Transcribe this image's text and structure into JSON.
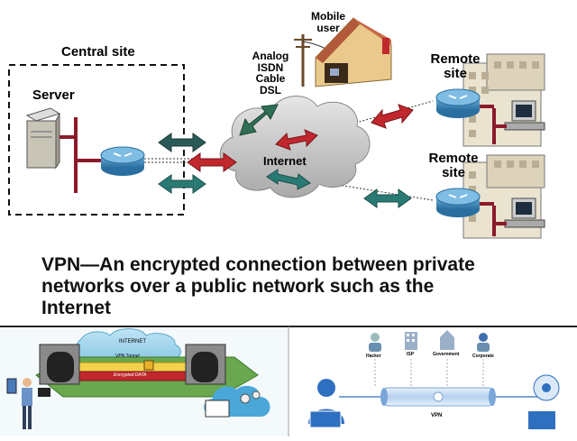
{
  "top_panel": {
    "central_site_label": "Central site",
    "server_label": "Server",
    "mobile_user_label": [
      "Mobile",
      "user"
    ],
    "access_types": [
      "Analog",
      "ISDN",
      "Cable",
      "DSL"
    ],
    "internet_label": "Internet",
    "remote_site_1_label": [
      "Remote",
      "site"
    ],
    "remote_site_2_label": [
      "Remote",
      "site"
    ]
  },
  "caption": {
    "lines": [
      "VPN—An encrypted connection between private",
      "networks over a public network such as the",
      "Internet"
    ]
  },
  "bottom_left": {
    "internet_label": "INTERNET",
    "tunnel_label": "VPN Tunnel",
    "data_label": "Encrypted DATA"
  },
  "bottom_right": {
    "entities": [
      "Hacker",
      "ISP",
      "Government",
      "Corporate"
    ],
    "vpn_label": "VPN"
  },
  "colors": {
    "arrow_red": "#c0282e",
    "arrow_teal": "#2a7a74",
    "router_blue": "#3f8fc0",
    "network_line": "#8b1a2b",
    "cloud_grey": "#c9c9c9",
    "vpn_blue": "#2f6fc0"
  }
}
